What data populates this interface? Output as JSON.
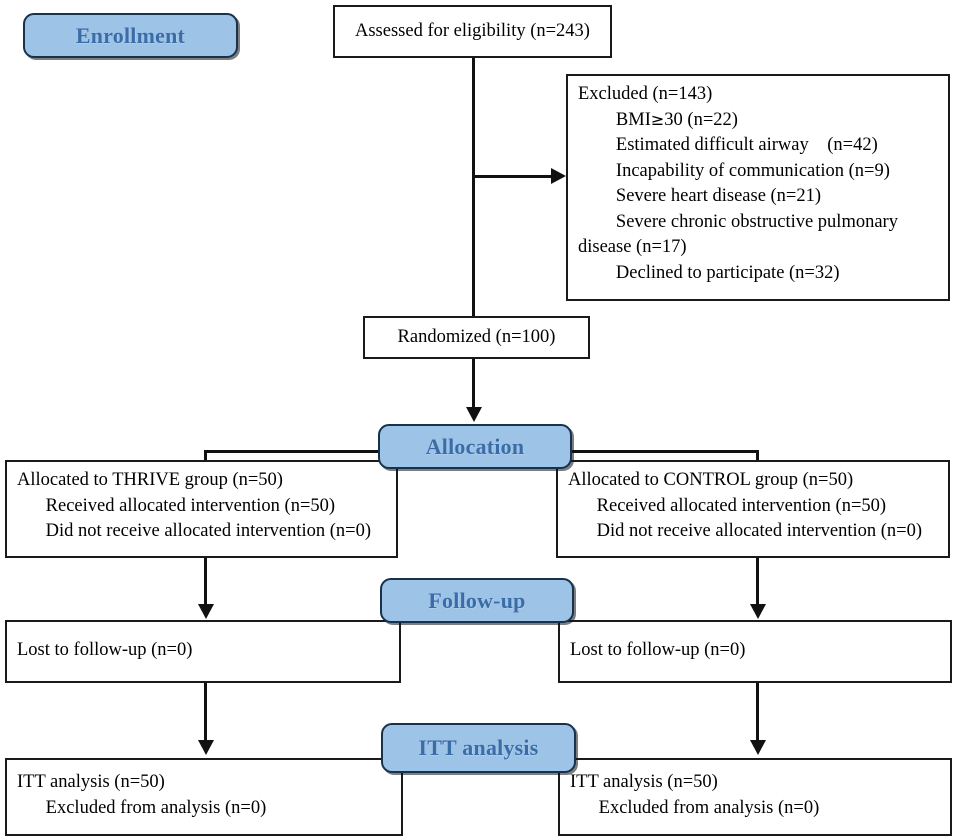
{
  "diagram": {
    "title": "CONSORT participant flow diagram",
    "accent_fill": "#9dc3e6",
    "accent_text": "#3a6ca8",
    "line_color": "#111111"
  },
  "stages": {
    "enrollment": "Enrollment",
    "allocation": "Allocation",
    "followup": "Follow-up",
    "itt": "ITT analysis"
  },
  "assessed": {
    "line1": "Assessed for eligibility (n=243)"
  },
  "excluded": {
    "line1": "Excluded (n=143)",
    "line2": "BMI",
    "line2_ge": "≥",
    "line2_tail": "30 (n=22)",
    "line3": "Estimated difficult airway    (n=42)",
    "line4": "Incapability of communication (n=9)",
    "line5": "Severe heart disease (n=21)",
    "line6": "Severe chronic obstructive pulmonary",
    "line7": "disease (n=17)",
    "line8": "Declined to participate (n=32)"
  },
  "randomized": {
    "line1": "Randomized (n=100)"
  },
  "allocation_left": {
    "line1": "Allocated to THRIVE group (n=50)",
    "line2": "Received allocated intervention (n=50)",
    "line3": "Did not receive allocated intervention (n=0)"
  },
  "allocation_right": {
    "line1": "Allocated to CONTROL group (n=50)",
    "line2": "Received allocated intervention (n=50)",
    "line3": "Did not receive allocated intervention (n=0)"
  },
  "followup_left": {
    "line1": "Lost to follow-up (n=0)"
  },
  "followup_right": {
    "line1": "Lost to follow-up (n=0)"
  },
  "itt_left": {
    "line1": "ITT analysis (n=50)",
    "line2": "Excluded from analysis (n=0)"
  },
  "itt_right": {
    "line1": "ITT analysis (n=50)",
    "line2": "Excluded from analysis (n=0)"
  }
}
